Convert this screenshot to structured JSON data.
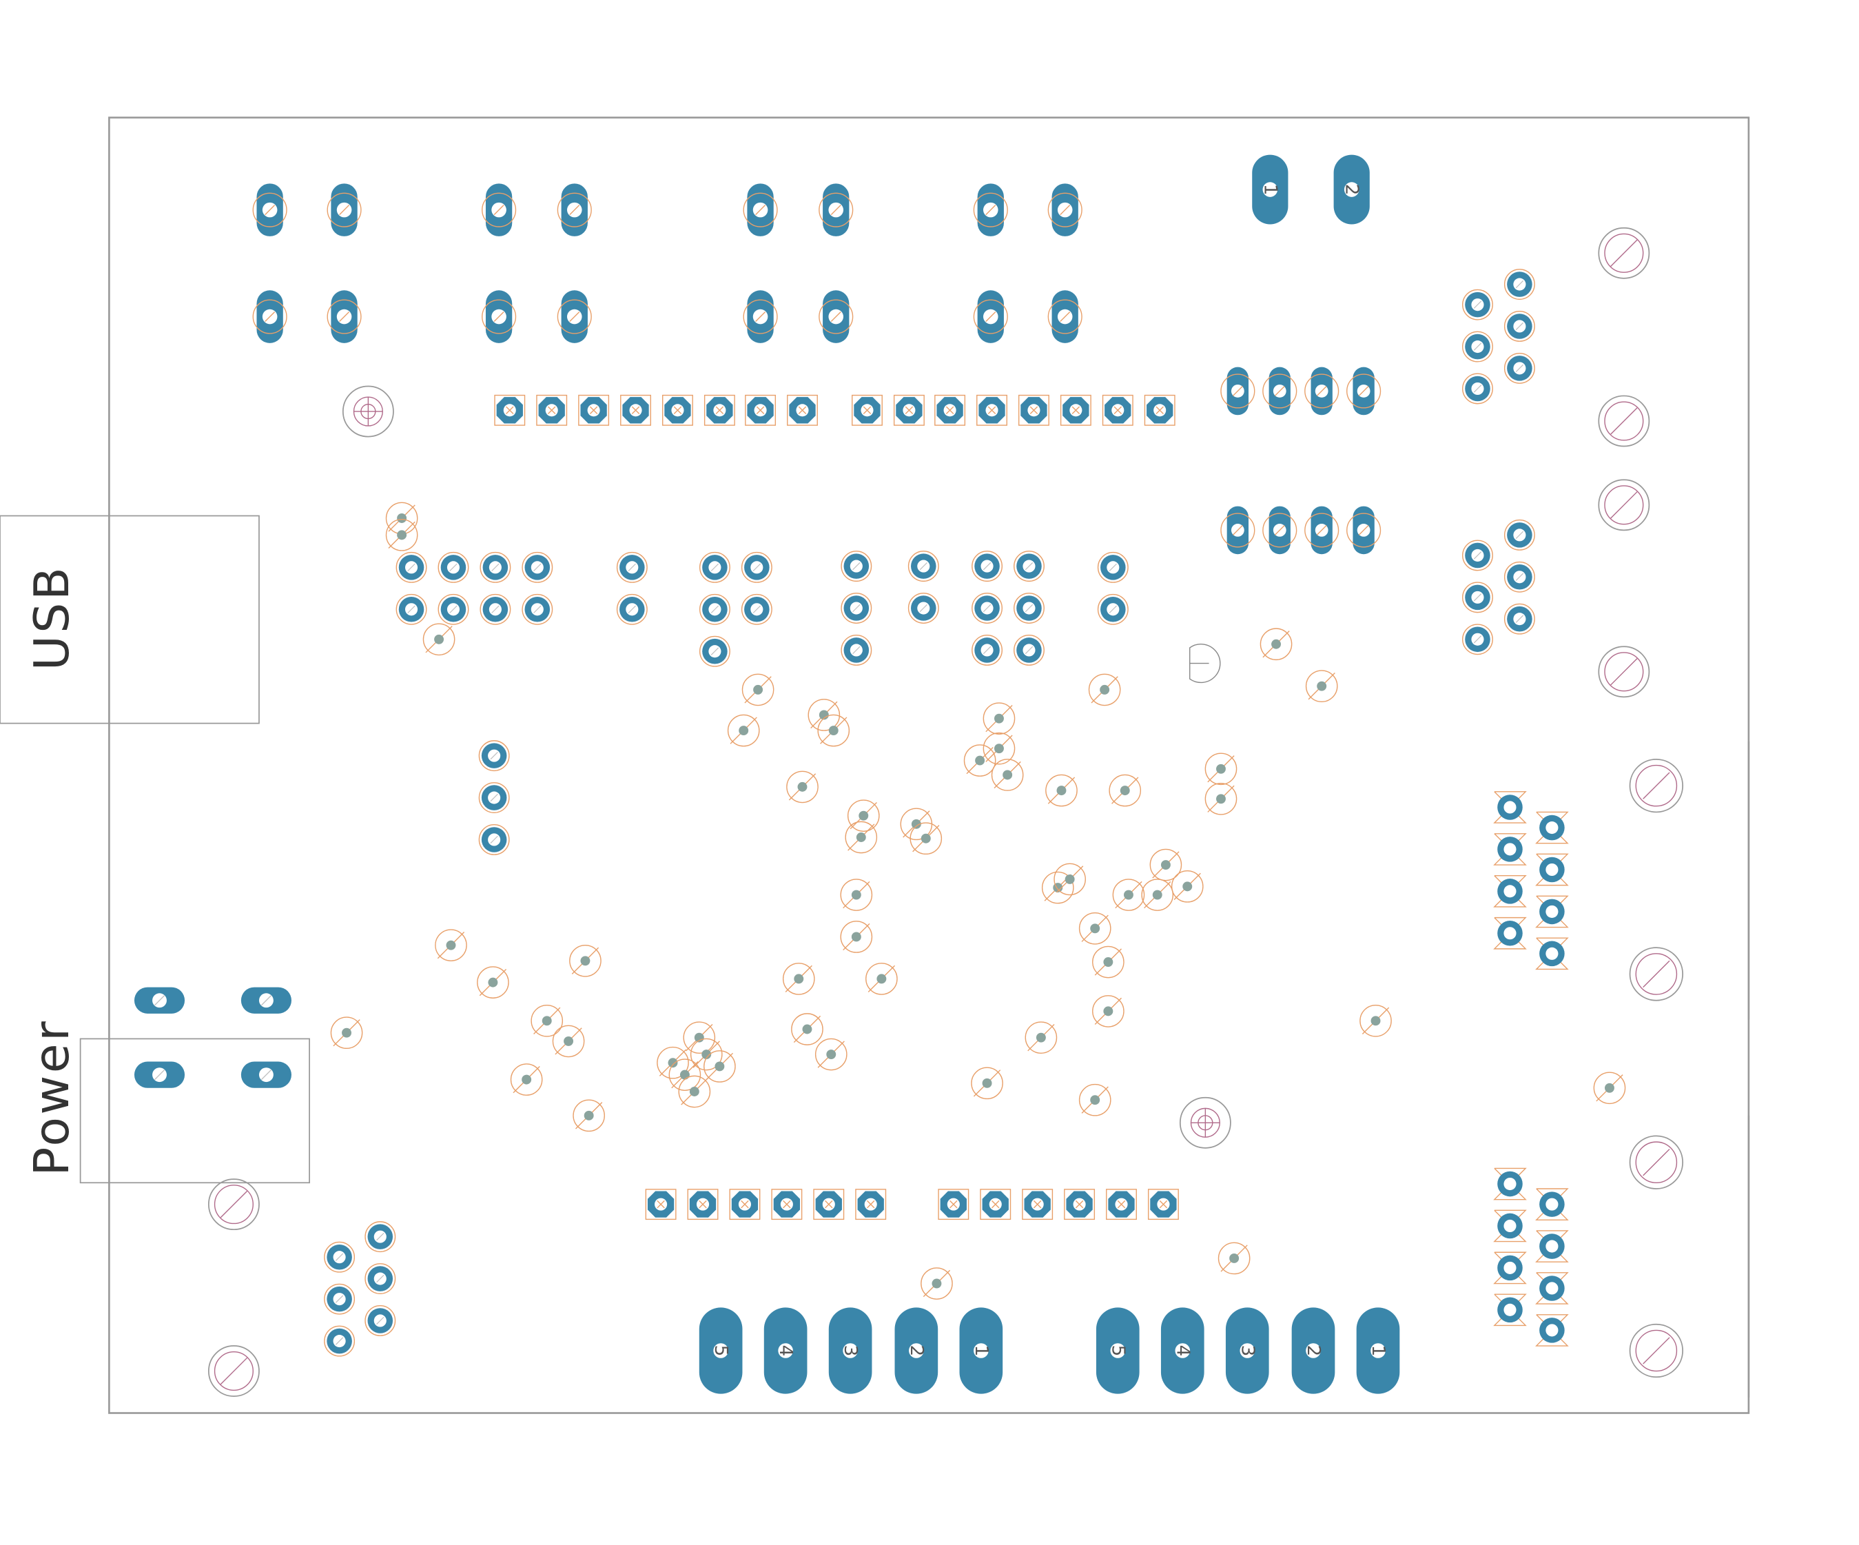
{
  "labels": {
    "usb": "USB",
    "power": "Power"
  },
  "pin_numbers": {
    "top_connector": [
      "1",
      "2"
    ],
    "bottom_left_connector": [
      "5",
      "4",
      "3",
      "2",
      "1"
    ],
    "bottom_right_connector": [
      "5",
      "4",
      "3",
      "2",
      "1"
    ]
  },
  "colors": {
    "pad": "#3a86aa",
    "pad_hole": "#ffffff",
    "outline": "#999999",
    "via_ring": "#e8a06a",
    "via_center": "#8aa39d",
    "mount_hole": "#b06a8a"
  }
}
